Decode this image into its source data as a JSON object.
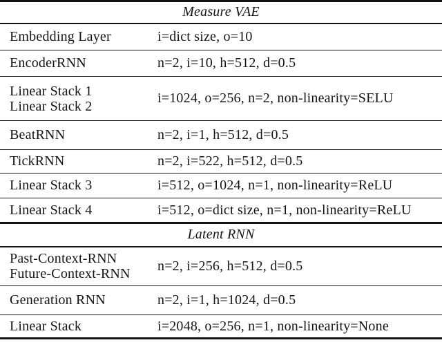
{
  "table": {
    "sections": [
      {
        "title": "Measure VAE",
        "rows": [
          {
            "layer": [
              "Embedding Layer"
            ],
            "params": "i=dict size, o=10"
          },
          {
            "layer": [
              "EncoderRNN"
            ],
            "params": "n=2, i=10, h=512, d=0.5"
          },
          {
            "layer": [
              "Linear Stack 1",
              "Linear Stack 2"
            ],
            "params": "i=1024, o=256, n=2, non-linearity=SELU"
          },
          {
            "layer": [
              "BeatRNN"
            ],
            "params": "n=2, i=1, h=512, d=0.5"
          },
          {
            "layer": [
              "TickRNN"
            ],
            "params": "n=2, i=522, h=512, d=0.5"
          },
          {
            "layer": [
              "Linear Stack 3"
            ],
            "params": "i=512, o=1024, n=1, non-linearity=ReLU"
          },
          {
            "layer": [
              "Linear Stack 4"
            ],
            "params": "i=512, o=dict size, n=1, non-linearity=ReLU"
          }
        ]
      },
      {
        "title": "Latent RNN",
        "rows": [
          {
            "layer": [
              "Past-Context-RNN",
              "Future-Context-RNN"
            ],
            "params": "n=2, i=256, h=512, d=0.5"
          },
          {
            "layer": [
              "Generation RNN"
            ],
            "params": "n=2, i=1, h=1024, d=0.5"
          },
          {
            "layer": [
              "Linear Stack"
            ],
            "params": "i=2048, o=256, n=1, non-linearity=None"
          }
        ]
      }
    ]
  },
  "colors": {
    "text": "#151515",
    "rule": "#131313",
    "background": "#ffffff"
  }
}
